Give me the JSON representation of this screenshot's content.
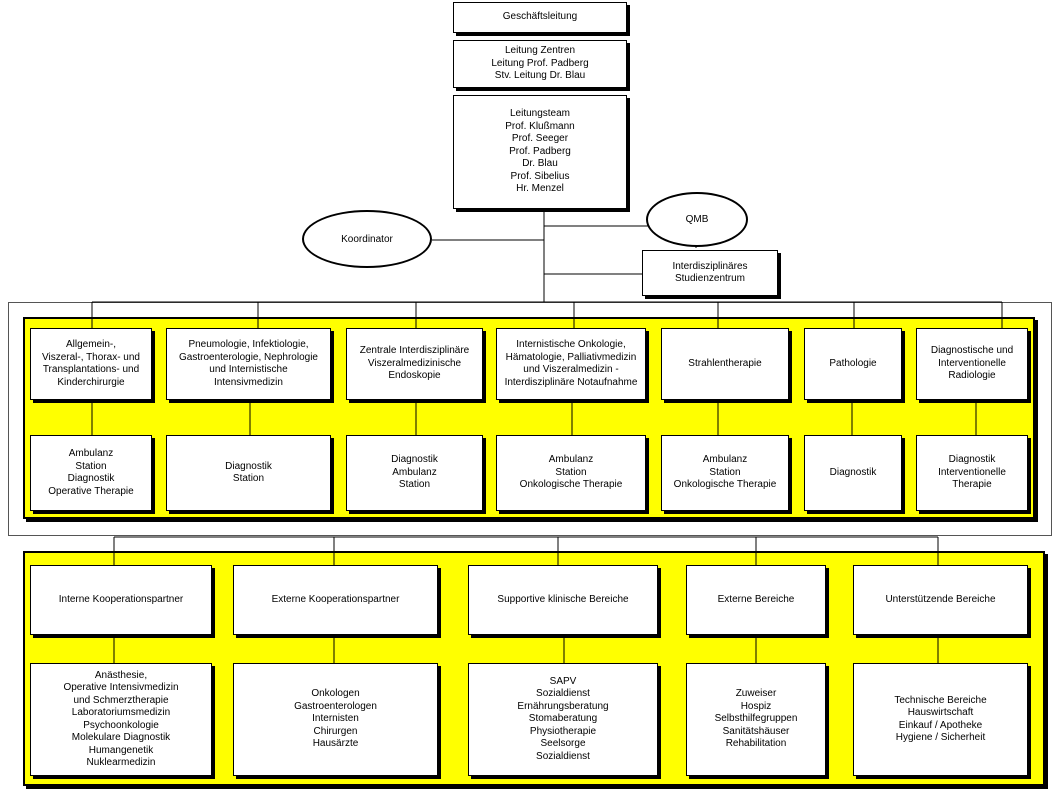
{
  "top": {
    "management": "Geschäftsleitung",
    "centers_lead": "Leitung Zentren\nLeitung Prof. Padberg\nStv. Leitung Dr. Blau",
    "lead_team": "Leitungsteam\nProf. Klußmann\nProf. Seeger\nProf. Padberg\nDr. Blau\nProf. Sibelius\nHr. Menzel"
  },
  "side": {
    "coordinator": "Koordinator",
    "qmb": "QMB",
    "study_center": "Interdisziplinäres\nStudienzentrum"
  },
  "departments": [
    {
      "name": "Allgemein-,\nViszeral-, Thorax- und\nTransplantations- und\nKinderchirurgie",
      "services": "Ambulanz\nStation\nDiagnostik\nOperative Therapie"
    },
    {
      "name": "Pneumologie, Infektiologie,\nGastroenterologie, Nephrologie\nund Internistische\nIntensivmedizin",
      "services": "Diagnostik\nStation"
    },
    {
      "name": "Zentrale Interdisziplinäre\nViszeralmedizinische\nEndoskopie",
      "services": "Diagnostik\nAmbulanz\nStation"
    },
    {
      "name": "Internistische Onkologie,\nHämatologie, Palliativmedizin\nund Viszeralmedizin -\nInterdisziplinäre Notaufnahme",
      "services": "Ambulanz\nStation\nOnkologische Therapie"
    },
    {
      "name": "Strahlentherapie",
      "services": "Ambulanz\nStation\nOnkologische Therapie"
    },
    {
      "name": "Pathologie",
      "services": "Diagnostik"
    },
    {
      "name": "Diagnostische und\nInterventionelle\nRadiologie",
      "services": "Diagnostik\nInterventionelle\nTherapie"
    }
  ],
  "partners": [
    {
      "name": "Interne Kooperationspartner",
      "members": "Anästhesie,\nOperative Intensivmedizin\nund Schmerztherapie\nLaboratoriumsmedizin\nPsychoonkologie\nMolekulare Diagnostik\nHumangenetik\nNuklearmedizin"
    },
    {
      "name": "Externe Kooperationspartner",
      "members": "Onkologen\nGastroenterologen\nInternisten\nChirurgen\nHausärzte"
    },
    {
      "name": "Supportive klinische Bereiche",
      "members": "SAPV\nSozialdienst\nErnährungsberatung\nStomaberatung\nPhysiotherapie\nSeelsorge\nSozialdienst"
    },
    {
      "name": "Externe Bereiche",
      "members": "Zuweiser\nHospiz\nSelbsthilfegruppen\nSanitätshäuser\nRehabilitation"
    },
    {
      "name": "Unterstützende Bereiche",
      "members": "Technische Bereiche\nHauswirtschaft\nEinkauf / Apotheke\nHygiene / Sicherheit"
    }
  ]
}
